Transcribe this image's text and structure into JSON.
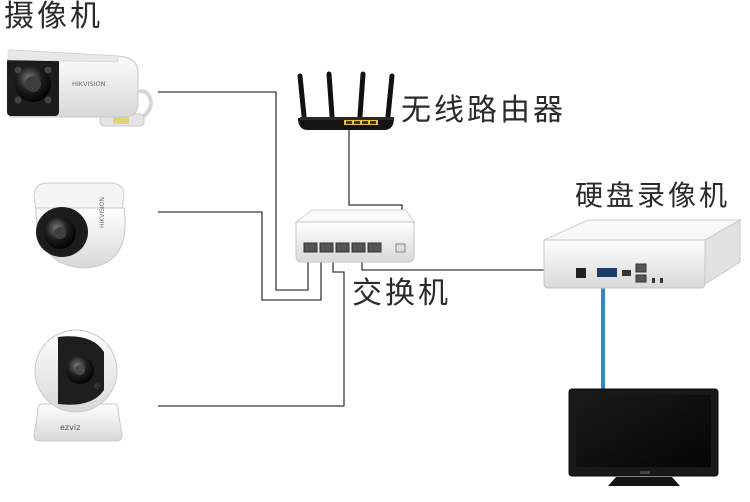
{
  "labels": {
    "cameras": "摄像机",
    "router": "无线路由器",
    "nvr": "硬盘录像机",
    "switch": "交换机"
  },
  "branding": {
    "bullet_camera": "HIKVISION",
    "dome_camera": "HIKVISION",
    "ptz_camera": "ezviz"
  },
  "colors": {
    "ethernet_cable": "#3a3a3a",
    "hdmi_cable": "#2e8ac9",
    "device_body": "#f2f2f2",
    "device_dark": "#1b1b1b"
  },
  "icons": {
    "bullet_camera": "bullet-camera-icon",
    "dome_camera": "dome-camera-icon",
    "ptz_camera": "ptz-camera-icon",
    "router": "wireless-router-icon",
    "switch": "network-switch-icon",
    "nvr": "nvr-icon",
    "monitor": "monitor-icon"
  }
}
